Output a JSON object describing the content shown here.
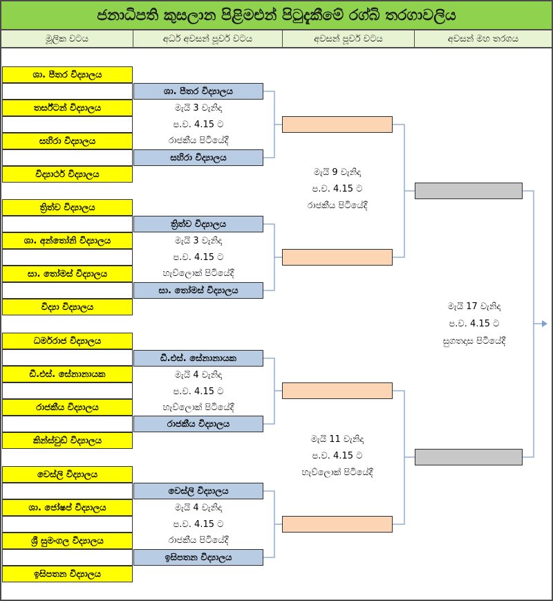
{
  "title": "ජනාධිපති කුසලාන පිළිමළුන් පිටුදැකීමේ රග්බි තරගාවලිය",
  "columns": [
    "මූලික වටය",
    "අර්ධ අවසන් පූර්ව වටය",
    "අවසන් පූර්ව වටය",
    "අවසන් මහ තරගය"
  ],
  "first_round": [
    "ශා. පීතර විද්‍යාලය",
    "තර්ස්ටන් විද්‍යාලය",
    "සහිරා විද්‍යාලය",
    "විද්‍යාර්ථ විද්‍යාලය",
    "ත්‍රිත්ව විද්‍යාලය",
    "ශා. අන්තෝනි විද්‍යාලය",
    "සා. තෝමස් විද්‍යාලය",
    "විද්‍යා විද්‍යාලය",
    "ධර්මරාජ විද්‍යාලය",
    "ඩී.එස්. සේනානායක",
    "රාජකීය විද්‍යාලය",
    "කින්ස්වුඩ් විද්‍යාලය",
    "වෙස්ලි විද්‍යාලය",
    "ශා. ජෝෂප් විද්‍යාලය",
    "ශ්‍රී සුමංගල විද්‍යාලය",
    "ඉසිපතන විද්‍යාලය"
  ],
  "quarter_final": [
    {
      "top": "ශා. පීතර විද්‍යාලය",
      "bottom": "සහිරා විද්‍යාලය",
      "date": "මැයි 3 වැනිදා",
      "time": "ප.ව. 4.15 ට",
      "venue": "රාජකීය පිටියේදී"
    },
    {
      "top": "ත්‍රිත්ව විද්‍යාලය",
      "bottom": "සා. තෝමස් විද්‍යාලය",
      "date": "මැයි 3 වැනිදා",
      "time": "ප.ව. 4.15 ට",
      "venue": "හැව්ලොක් පිටියේදී"
    },
    {
      "top": "ඩී.එස්. සේනානායක",
      "bottom": "රාජකීය විද්‍යාලය",
      "date": "මැයි 4 වැනිදා",
      "time": "ප.ව. 4.15 ට",
      "venue": "හැව්ලොක් පිටියේදී"
    },
    {
      "top": "වෙස්ලි විද්‍යාලය",
      "bottom": "ඉසිපතන විද්‍යාලය",
      "date": "මැයි 4 වැනිදා",
      "time": "ප.ව. 4.15 ට",
      "venue": "රාජකීය පිටියේදී"
    }
  ],
  "semi_final": [
    {
      "date": "මැයි 9 වැනිදා",
      "time": "ප.ව. 4.15 ට",
      "venue": "රාජකීය පිටියේදී"
    },
    {
      "date": "මැයි 11 වැනිදා",
      "time": "ප.ව. 4.15 ට",
      "venue": "හැව්ලොක් පිටියේදී"
    }
  ],
  "final": {
    "date": "මැයි 17 වැනිදා",
    "time": "ප.ව. 4.15 ට",
    "venue": "සුගතදාස පිටියේදී"
  },
  "colors": {
    "title_bg": "#8fd24e",
    "team_bg": "#ffff00",
    "quarter_bg": "#b8cce4",
    "semi_bg": "#fcd5b4",
    "final_bg": "#c8c8c8"
  }
}
